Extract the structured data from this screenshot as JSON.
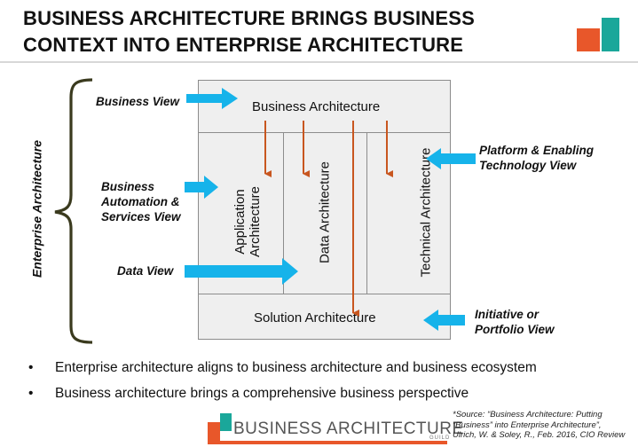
{
  "title": {
    "line1": "BUSINESS ARCHITECTURE BRINGS BUSINESS",
    "line2": "CONTEXT INTO ENTERPRISE ARCHITECTURE"
  },
  "colors": {
    "logo_orange": "#e8572a",
    "logo_teal": "#1aa79a",
    "arrow_blue": "#16b3ea",
    "arrow_orange": "#c8561f",
    "box_fill": "#efefef"
  },
  "diagram": {
    "enterprise_label": "Enterprise Architecture",
    "boxes": {
      "business": "Business Architecture",
      "application": [
        "Application",
        "Architecture"
      ],
      "data": "Data Architecture",
      "technical": "Technical Architecture",
      "solution": "Solution Architecture"
    },
    "views": {
      "business_view": "Business View",
      "automation_view": [
        "Business",
        "Automation &",
        "Services View"
      ],
      "data_view": "Data View",
      "platform_view": [
        "Platform & Enabling",
        "Technology View"
      ],
      "initiative_view": [
        "Initiative or",
        "Portfolio View"
      ]
    }
  },
  "bullets": [
    "Enterprise architecture aligns to business architecture and business ecosystem",
    "Business architecture brings a comprehensive business perspective"
  ],
  "footer": {
    "logo_text": "BUSINESS ARCHITECTURE",
    "logo_subtext": "GUILD",
    "source_lines": [
      "*Source: “Business Architecture: Putting",
      "“Business” into Enterprise Architecture”,",
      "Ulrich, W. & Soley, R., Feb. 2016, CIO Review"
    ]
  }
}
